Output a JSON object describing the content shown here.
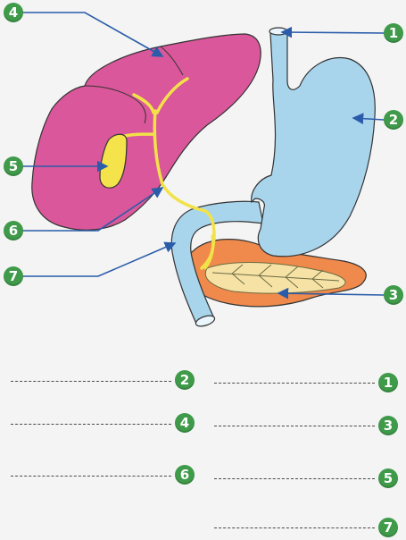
{
  "labels": [
    {
      "key": "1",
      "text": "1"
    },
    {
      "key": "2",
      "text": "2"
    },
    {
      "key": "3",
      "text": "3"
    },
    {
      "key": "4",
      "text": "4"
    },
    {
      "key": "5",
      "text": "5"
    },
    {
      "key": "6",
      "text": "6"
    },
    {
      "key": "7",
      "text": "7"
    }
  ],
  "answer_rows": [
    {
      "left": "2",
      "right": "1"
    },
    {
      "left": "4",
      "right": "3"
    },
    {
      "left": "6",
      "right": "5"
    },
    {
      "left": "",
      "right": "7"
    }
  ],
  "colors": {
    "liver": "#d9579a",
    "gallbladder": "#f5e34b",
    "bile_duct": "#f2e24a",
    "stomach": "#a8d5ec",
    "pancreas": "#f08a4c",
    "pancreatic_duct": "#f7e2a6",
    "badge": "#3f9a4a",
    "outline": "#333333",
    "arrow": "#2a5caa"
  }
}
